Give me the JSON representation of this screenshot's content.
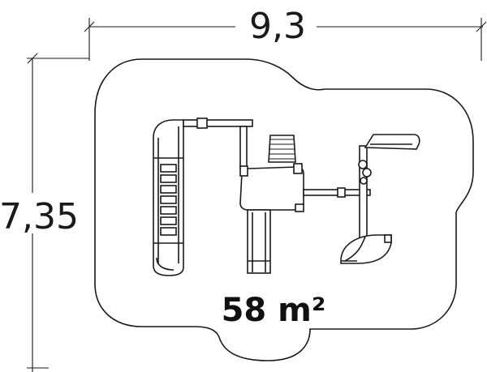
{
  "dimensions": {
    "width_label": "9,3",
    "height_label": "7,35"
  },
  "area_label": "58 m²",
  "colors": {
    "line": "#1a1a1a",
    "background": "#ffffff"
  }
}
